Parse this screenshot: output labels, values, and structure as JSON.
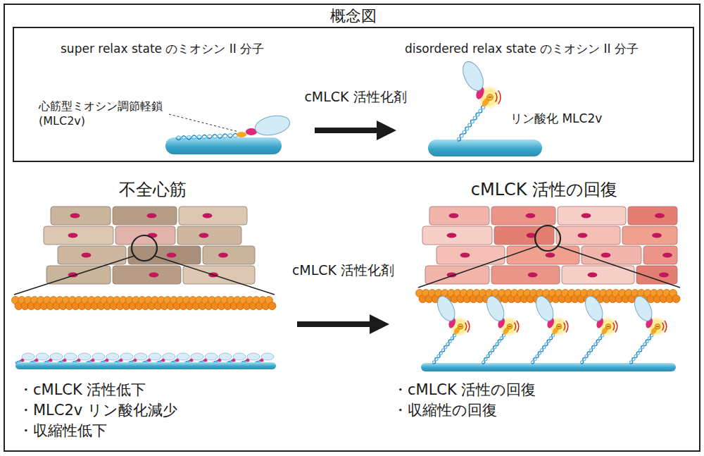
{
  "diagram": {
    "nodes": [
      {
        "text": [
          "概念図"
        ]
      },
      {
        "text": [
          "super relax state のミオシン II 分子"
        ],
        "in": 0
      },
      {
        "text": [
          "disordered relax state のミオシン II 分子"
        ],
        "in": 0
      },
      {
        "text": [
          "不全心筋",
          "・cMLCK 活性低下",
          "・MLC2v リン酸化減少",
          "・収縮性低下"
        ]
      },
      {
        "text": [
          "cMLCK 活性の回復",
          "・cMLCK 活性の回復",
          "・収縮性の回復"
        ]
      }
    ],
    "edges": [
      {
        "from": 1,
        "to": 2,
        "arrow": "to",
        "label": "cMLCK 活性化剤"
      },
      {
        "from": 3,
        "to": 4,
        "arrow": "to",
        "label": "cMLCK 活性化剤"
      }
    ],
    "labels": [
      "心筋型ミオシン調節軽鎖 (MLC2v)",
      "リン酸化 MLC2v"
    ]
  }
}
